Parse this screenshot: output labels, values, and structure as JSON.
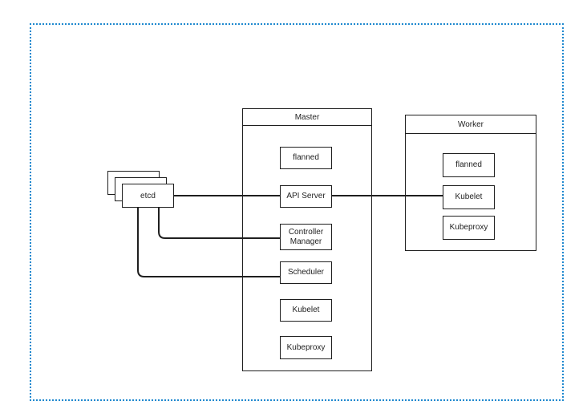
{
  "diagram": {
    "colors": {
      "frame": "#1e88cf",
      "line": "#1f1f1f",
      "background": "#ffffff"
    },
    "etcd": {
      "label": "etcd",
      "stack_count": 3
    },
    "master": {
      "title": "Master",
      "nodes": [
        {
          "label": "flanned"
        },
        {
          "label": "API Server"
        },
        {
          "label": "Controller Manager"
        },
        {
          "label": "Scheduler"
        },
        {
          "label": "Kubelet"
        },
        {
          "label": "Kubeproxy"
        }
      ]
    },
    "worker": {
      "title": "Worker",
      "nodes": [
        {
          "label": "flanned"
        },
        {
          "label": "Kubelet"
        },
        {
          "label": "Kubeproxy"
        }
      ]
    },
    "connections": [
      {
        "from": "etcd",
        "to": "Master / API Server"
      },
      {
        "from": "etcd",
        "to": "Master / Controller Manager"
      },
      {
        "from": "etcd",
        "to": "Master / Scheduler"
      },
      {
        "from": "Master / API Server",
        "to": "Worker / Kubelet"
      }
    ]
  }
}
